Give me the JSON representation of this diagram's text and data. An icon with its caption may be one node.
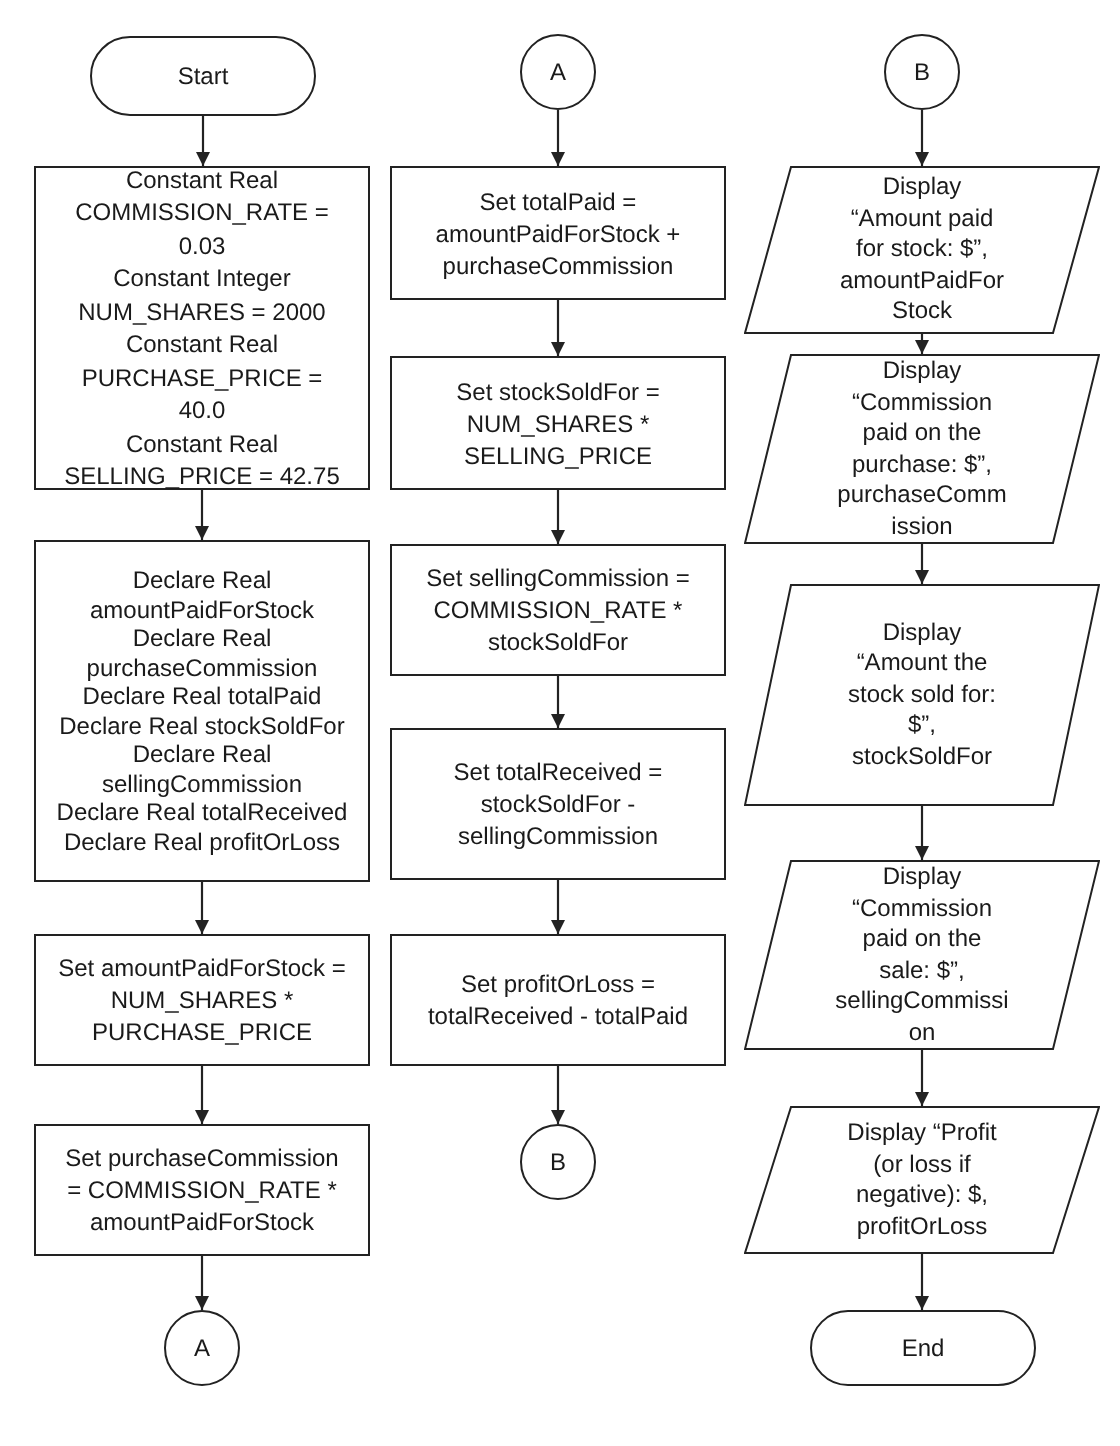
{
  "diagram": {
    "nodes": [
      {
        "text": [
          "Start"
        ]
      },
      {
        "text": [
          "Constant Real COMMISSION_RATE = 0.03",
          "Constant Integer NUM_SHARES = 2000",
          "Constant Real PURCHASE_PRICE = 40.0",
          "Constant Real SELLING_PRICE = 42.75"
        ]
      },
      {
        "text": [
          "Declare Real amountPaidForStock",
          "Declare Real purchaseCommission",
          "Declare Real totalPaid",
          "Declare Real stockSoldFor",
          "Declare Real sellingCommission",
          "Declare Real totalReceived",
          "Declare Real profitOrLoss"
        ]
      },
      {
        "text": [
          "Set amountPaidForStock = NUM_SHARES * PURCHASE_PRICE"
        ]
      },
      {
        "text": [
          "Set purchaseCommission = COMMISSION_RATE * amountPaidForStock"
        ]
      },
      {
        "text": [
          "A"
        ]
      },
      {
        "text": [
          "A"
        ]
      },
      {
        "text": [
          "Set totalPaid = amountPaidForStock + purchaseCommission"
        ]
      },
      {
        "text": [
          "Set stockSoldFor = NUM_SHARES * SELLING_PRICE"
        ]
      },
      {
        "text": [
          "Set sellingCommission = COMMISSION_RATE * stockSoldFor"
        ]
      },
      {
        "text": [
          "Set totalReceived = stockSoldFor - sellingCommission"
        ]
      },
      {
        "text": [
          "Set profitOrLoss = totalReceived - totalPaid"
        ]
      },
      {
        "text": [
          "B"
        ]
      },
      {
        "text": [
          "B"
        ]
      },
      {
        "text": [
          "Display “Amount paid for stock: $”, amountPaidForStock"
        ]
      },
      {
        "text": [
          "Display “Commission paid on the purchase: $”, purchaseCommission"
        ]
      },
      {
        "text": [
          "Display “Amount the stock sold for: $”, stockSoldFor"
        ]
      },
      {
        "text": [
          "Display “Commission paid on the sale: $”, sellingCommission"
        ]
      },
      {
        "text": [
          "Display “Profit (or loss if negative): $, profitOrLoss"
        ]
      },
      {
        "text": [
          "End"
        ]
      }
    ],
    "edges": [
      {
        "from": 0,
        "to": 1,
        "arrow": "to"
      },
      {
        "from": 1,
        "to": 2,
        "arrow": "to"
      },
      {
        "from": 2,
        "to": 3,
        "arrow": "to"
      },
      {
        "from": 3,
        "to": 4,
        "arrow": "to"
      },
      {
        "from": 4,
        "to": 5,
        "arrow": "to"
      },
      {
        "from": 6,
        "to": 7,
        "arrow": "to"
      },
      {
        "from": 7,
        "to": 8,
        "arrow": "to"
      },
      {
        "from": 8,
        "to": 9,
        "arrow": "to"
      },
      {
        "from": 9,
        "to": 10,
        "arrow": "to"
      },
      {
        "from": 10,
        "to": 11,
        "arrow": "to"
      },
      {
        "from": 11,
        "to": 12,
        "arrow": "to"
      },
      {
        "from": 13,
        "to": 14,
        "arrow": "to"
      },
      {
        "from": 14,
        "to": 15,
        "arrow": "to"
      },
      {
        "from": 15,
        "to": 16,
        "arrow": "to"
      },
      {
        "from": 16,
        "to": 17,
        "arrow": "to"
      },
      {
        "from": 17,
        "to": 18,
        "arrow": "to"
      },
      {
        "from": 18,
        "to": 19,
        "arrow": "to"
      }
    ]
  }
}
